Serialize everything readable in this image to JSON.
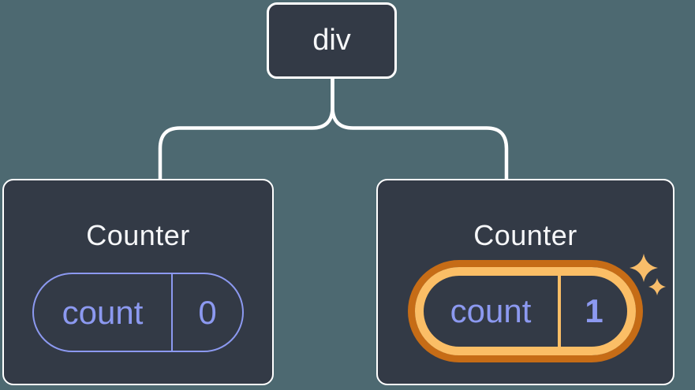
{
  "diagram": {
    "description": "React component tree: div parent with two Counter children and their count state",
    "root_node": {
      "label": "div"
    },
    "counters": [
      {
        "title": "Counter",
        "state_key": "count",
        "state_value": "0",
        "highlighted": false
      },
      {
        "title": "Counter",
        "state_key": "count",
        "state_value": "1",
        "highlighted": true
      }
    ]
  },
  "colors": {
    "background": "#4d6971",
    "card_background": "#333a46",
    "card_border": "#ffffff",
    "connector": "#ffffff",
    "state_purple": "#8c99f0",
    "highlight_orange_light": "#fbbe66",
    "highlight_orange_dark": "#c66c16",
    "sparkle": "#f8bd6a",
    "text": "#f6f7f9"
  }
}
